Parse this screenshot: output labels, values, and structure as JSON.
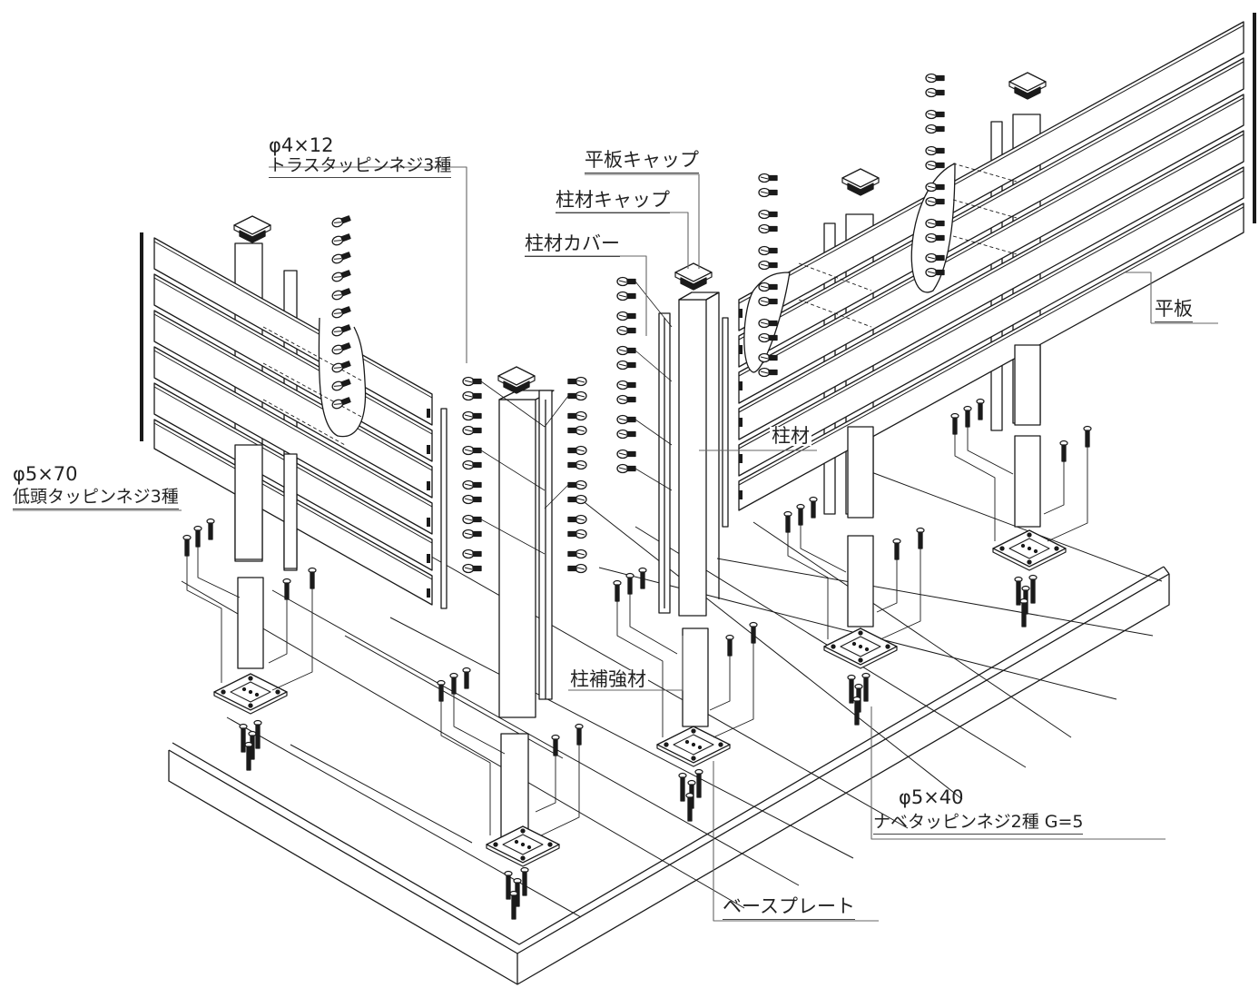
{
  "colors": {
    "stroke": "#1a1a1a",
    "panel": "#ffffff",
    "text": "#222222"
  },
  "labels": {
    "screw_4x12_size": "φ4×12",
    "screw_4x12_name": "トラスタッピンネジ3種",
    "flat_cap": "平板キャップ",
    "post_cap": "柱材キャップ",
    "post_cover": "柱材カバー",
    "flat_board": "平板",
    "post": "柱材",
    "screw_5x70_size": "φ5×70",
    "screw_5x70_name": "低頭タッピンネジ3種",
    "post_reinforcement": "柱補強材",
    "screw_5x40_size": "φ5×40",
    "screw_5x40_name": "ナベタッピンネジ2種 G=5",
    "base_plate": "ベースプレート"
  }
}
